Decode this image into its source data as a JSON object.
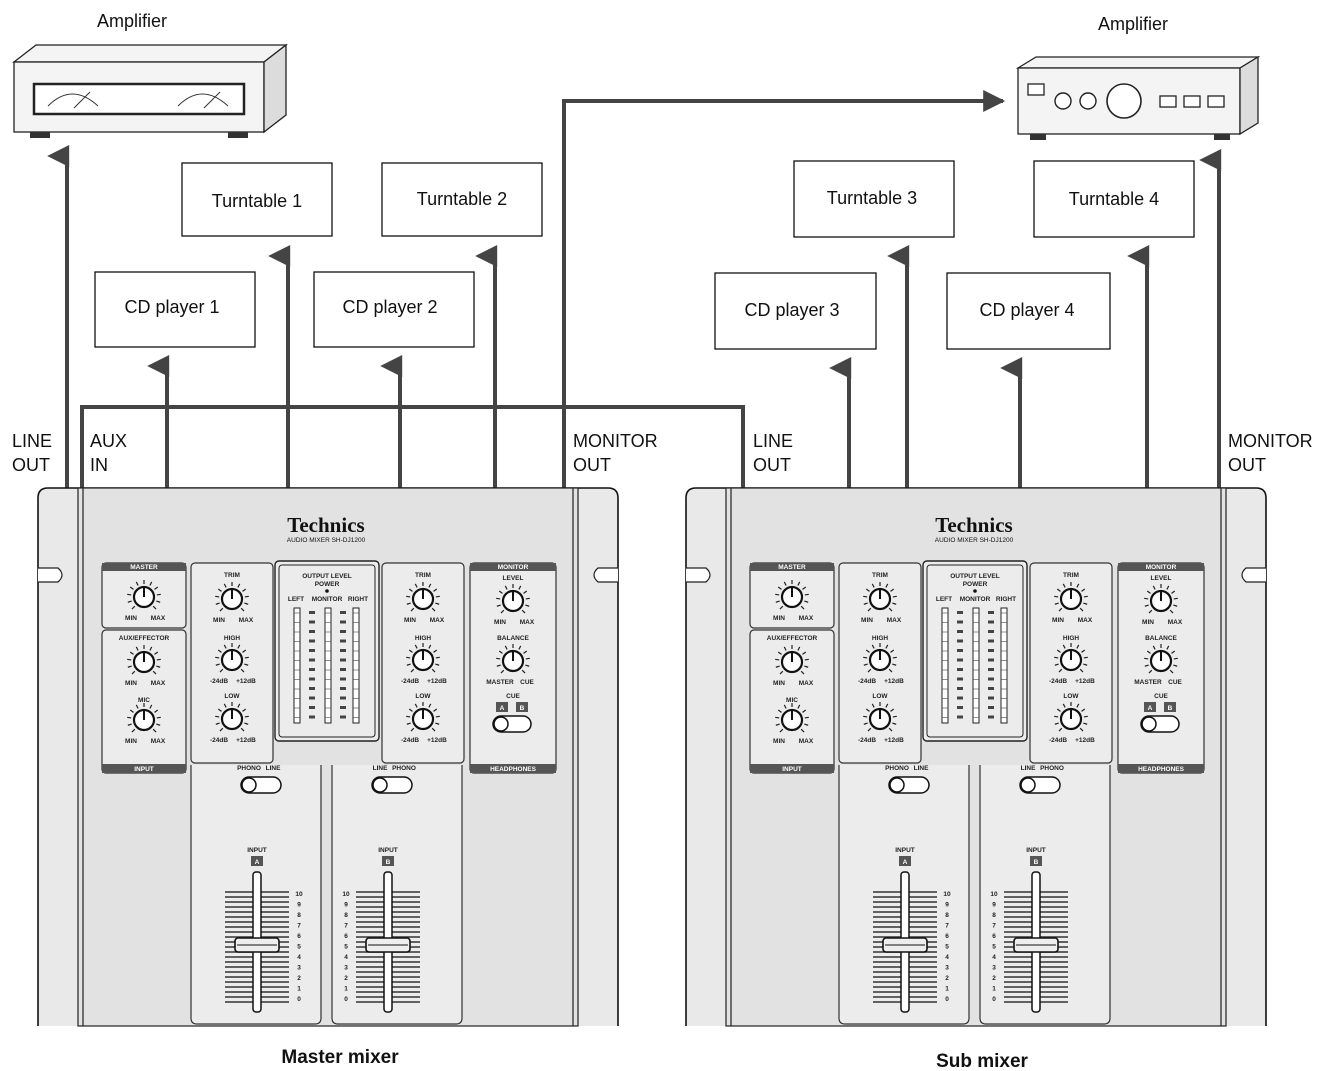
{
  "amplifiers": {
    "left_label": "Amplifier",
    "right_label": "Amplifier"
  },
  "sources": {
    "turntable1": "Turntable 1",
    "turntable2": "Turntable 2",
    "turntable3": "Turntable 3",
    "turntable4": "Turntable 4",
    "cd1": "CD player 1",
    "cd2": "CD player 2",
    "cd3": "CD player 3",
    "cd4": "CD player 4"
  },
  "ports": {
    "line_out_1": "LINE",
    "line_out_2": "OUT",
    "aux_in_1": "AUX",
    "aux_in_2": "IN",
    "monitor_out_1": "MONITOR",
    "monitor_out_2": "OUT",
    "sub_line_out_1": "LINE",
    "sub_line_out_2": "OUT",
    "sub_monitor_out_1": "MONITOR",
    "sub_monitor_out_2": "OUT"
  },
  "mixer_panel": {
    "brand": "Technics",
    "model": "AUDIO MIXER  SH-DJ1200",
    "master": "MASTER",
    "aux_effector": "AUX/EFFECTOR",
    "mic": "MIC",
    "input_section": "INPUT",
    "trim": "TRIM",
    "high": "HIGH",
    "low": "LOW",
    "output_level": "OUTPUT LEVEL",
    "power": "POWER",
    "left": "LEFT",
    "monitor": "MONITOR",
    "right": "RIGHT",
    "monitor_section": "MONITOR",
    "level": "LEVEL",
    "balance": "BALANCE",
    "cue": "CUE",
    "headphones": "HEADPHONES",
    "phono": "PHONO",
    "line": "LINE",
    "input_label": "INPUT",
    "ch_a": "A",
    "ch_b": "B",
    "min": "MIN",
    "max": "MAX",
    "minus24": "-24dB",
    "plus12": "+12dB",
    "master_short": "MASTER",
    "cue_short": "CUE"
  },
  "mixers": {
    "master_title": "Master mixer",
    "sub_title": "Sub mixer"
  }
}
